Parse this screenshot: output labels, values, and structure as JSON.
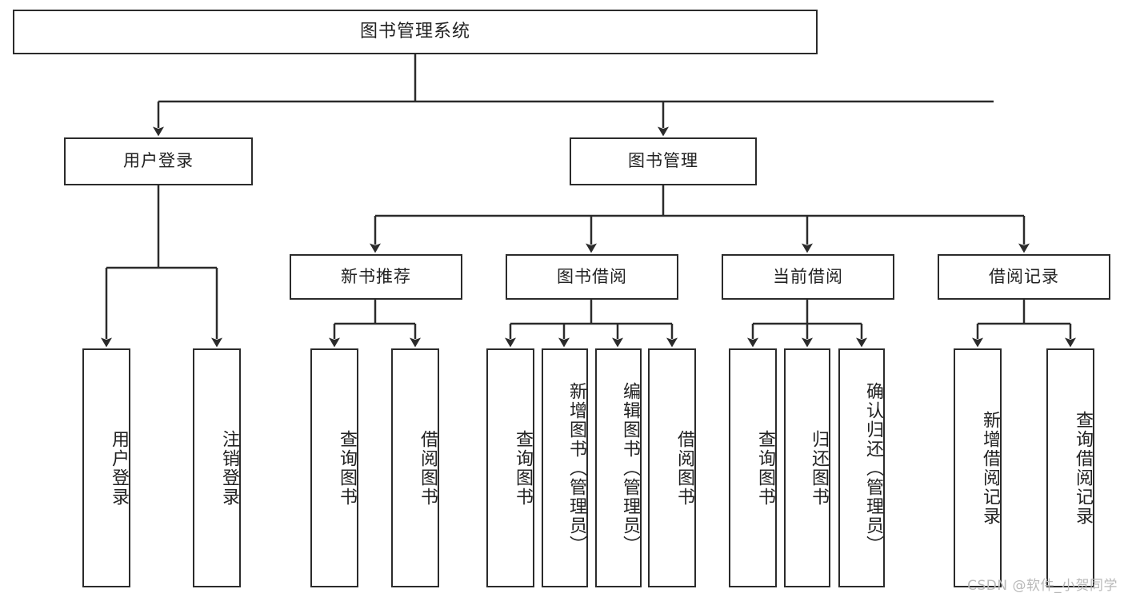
{
  "diagram": {
    "title": "图书管理系统",
    "type": "hierarchy-tree",
    "root": {
      "label": "图书管理系统"
    },
    "level2": [
      {
        "label": "用户登录"
      },
      {
        "label": "图书管理"
      }
    ],
    "level3": [
      {
        "label": "新书推荐"
      },
      {
        "label": "图书借阅"
      },
      {
        "label": "当前借阅"
      },
      {
        "label": "借阅记录"
      }
    ],
    "leaves": {
      "user_login": [
        {
          "label": "用户登录"
        },
        {
          "label": "注销登录"
        }
      ],
      "new_book_recommend": [
        {
          "label": "查询图书"
        },
        {
          "label": "借阅图书"
        }
      ],
      "book_borrow": [
        {
          "label": "查询图书"
        },
        {
          "label": "新增图书（管理员）"
        },
        {
          "label": "编辑图书（管理员）"
        },
        {
          "label": "借阅图书"
        }
      ],
      "current_borrow": [
        {
          "label": "查询图书"
        },
        {
          "label": "归还图书"
        },
        {
          "label": "确认归还（管理员）"
        }
      ],
      "borrow_record": [
        {
          "label": "新增借阅记录"
        },
        {
          "label": "查询借阅记录"
        }
      ]
    }
  },
  "watermark": {
    "text": "CSDN @软件_小贺同学"
  },
  "colors": {
    "stroke": "#2b2b2b",
    "background": "#ffffff",
    "text": "#222222",
    "watermark": "#b9b9b9"
  }
}
